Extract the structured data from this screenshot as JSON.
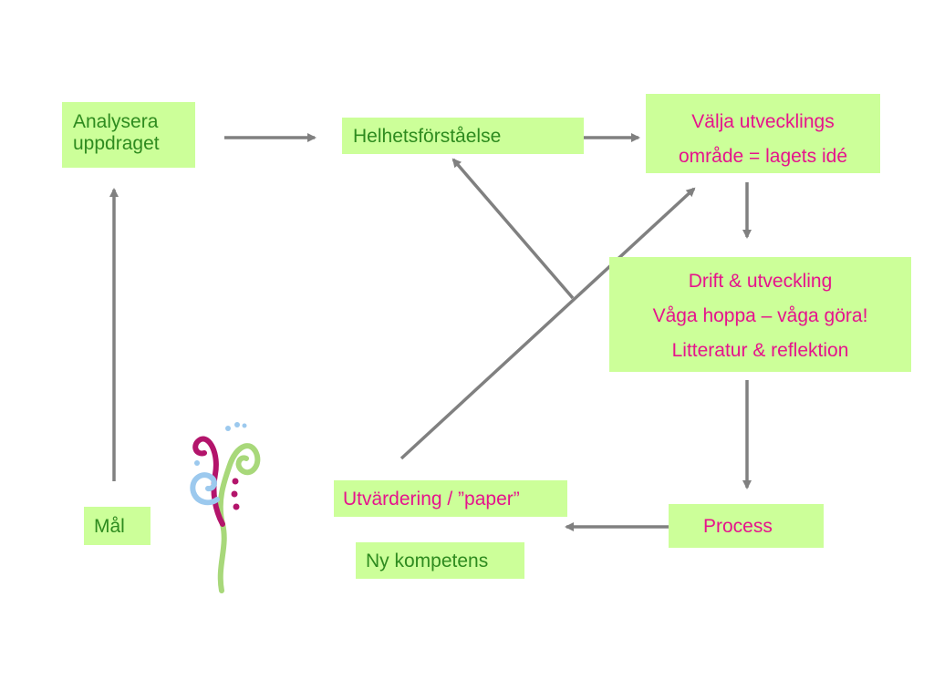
{
  "boxes": {
    "analysera": [
      "Analysera",
      "uppdraget"
    ],
    "helhet": "Helhetsförståelse",
    "valja": [
      "Välja utvecklings",
      "område = lagets idé"
    ],
    "drift": [
      "Drift & utveckling",
      "Våga hoppa – våga göra!",
      "Litteratur & reflektion"
    ],
    "utvardering": "Utvärdering / ”paper”",
    "ny_kompetens": "Ny kompetens",
    "process": "Process",
    "mal": "Mål"
  },
  "colors": {
    "box_fill": "#ccff99",
    "green_text": "#2e8b1f",
    "pink_text": "#e6138c",
    "arrow": "#808080"
  },
  "decoration": "swirl-flower-icon"
}
